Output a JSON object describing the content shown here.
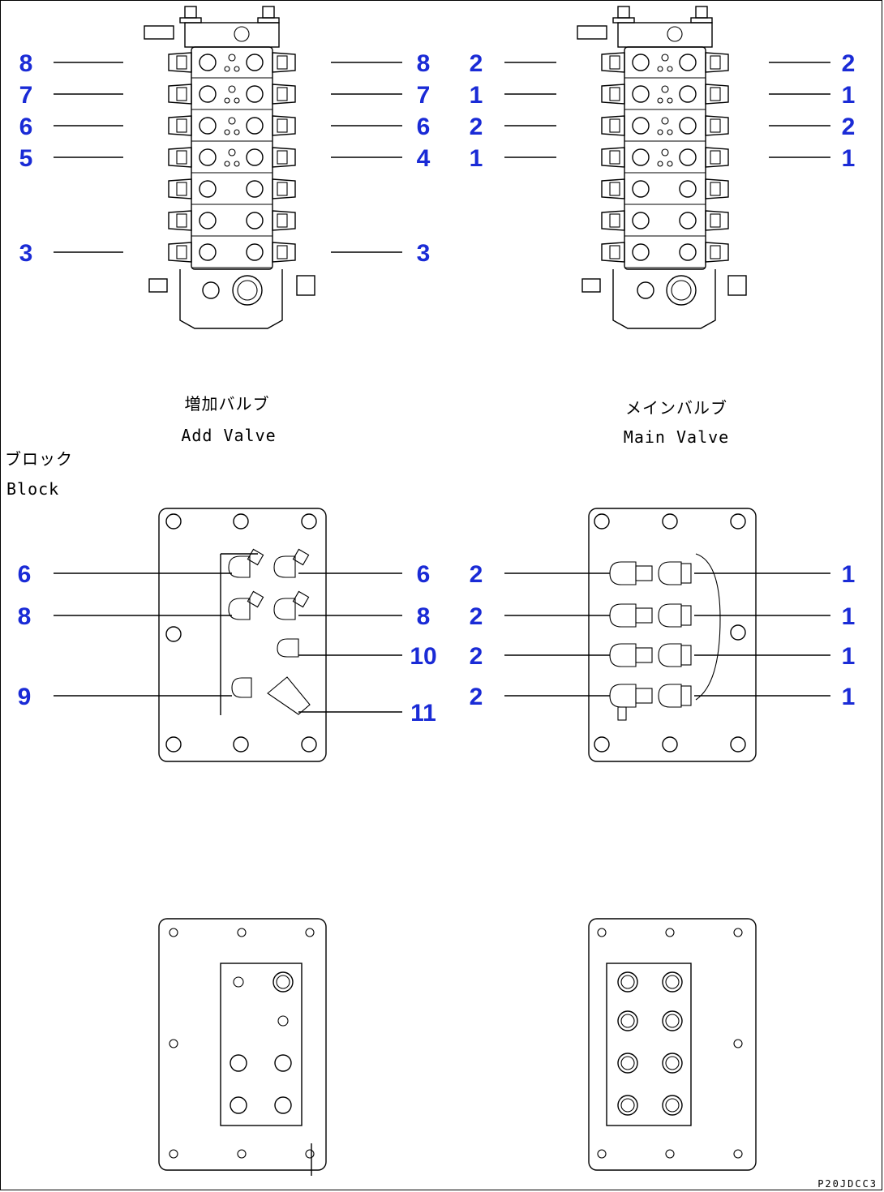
{
  "captions": {
    "add_valve_jp": "増加バルブ",
    "add_valve_en": "Add Valve",
    "main_valve_jp": "メインバルブ",
    "main_valve_en": "Main Valve",
    "block_jp": "ブロック",
    "block_en": "Block"
  },
  "drawing_code": "P20JDCC3",
  "callouts": {
    "add_valve_left": [
      "8",
      "7",
      "6",
      "5",
      "3"
    ],
    "add_valve_right": [
      "8",
      "7",
      "6",
      "4",
      "3"
    ],
    "main_valve_left": [
      "2",
      "1",
      "2",
      "1"
    ],
    "main_valve_right": [
      "2",
      "1",
      "2",
      "1"
    ],
    "add_block_left": [
      "6",
      "8",
      "9"
    ],
    "add_block_right": [
      "6",
      "8",
      "10",
      "11"
    ],
    "main_block_left": [
      "2",
      "2",
      "2",
      "2"
    ],
    "main_block_right": [
      "1",
      "1",
      "1",
      "1"
    ]
  },
  "colors": {
    "callout": "#1a2bd6",
    "line": "#000000"
  }
}
